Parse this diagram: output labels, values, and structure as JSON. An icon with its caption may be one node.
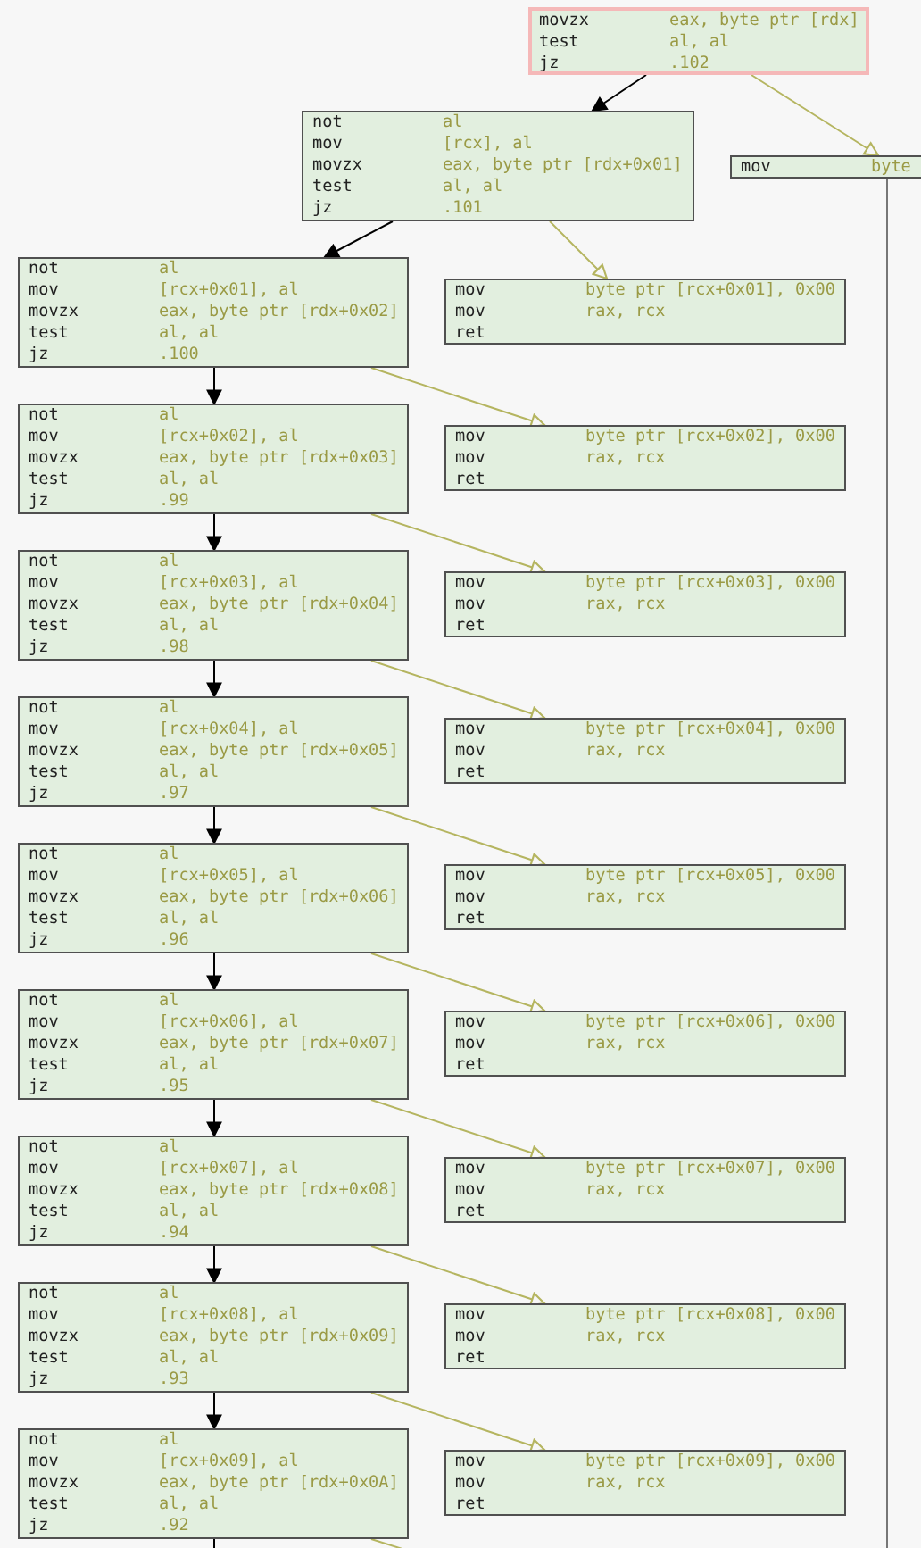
{
  "diagram": {
    "nodes": [
      {
        "text": [
          "movzx",
          "eax, byte ptr [rdx]",
          "test",
          "al, al",
          "jz",
          ".102"
        ]
      },
      {
        "text": [
          "not",
          "al",
          "mov",
          "[rcx], al",
          "movzx",
          "eax, byte ptr [rdx+0x01]",
          "test",
          "al, al",
          "jz",
          ".101"
        ]
      },
      {
        "text": [
          "mov",
          "byte"
        ]
      },
      {
        "text": [
          "not",
          "al",
          "mov",
          "[rcx+0x01], al",
          "movzx",
          "eax, byte ptr [rdx+0x02]",
          "test",
          "al, al",
          "jz",
          ".100"
        ]
      },
      {
        "text": [
          "mov",
          "byte ptr [rcx+0x01], 0x00",
          "mov",
          "rax, rcx",
          "ret"
        ]
      },
      {
        "text": [
          "not",
          "al",
          "mov",
          "[rcx+0x02], al",
          "movzx",
          "eax, byte ptr [rdx+0x03]",
          "test",
          "al, al",
          "jz",
          ".99"
        ]
      },
      {
        "text": [
          "mov",
          "byte ptr [rcx+0x02], 0x00",
          "mov",
          "rax, rcx",
          "ret"
        ]
      },
      {
        "text": [
          "not",
          "al",
          "mov",
          "[rcx+0x03], al",
          "movzx",
          "eax, byte ptr [rdx+0x04]",
          "test",
          "al, al",
          "jz",
          ".98"
        ]
      },
      {
        "text": [
          "mov",
          "byte ptr [rcx+0x03], 0x00",
          "mov",
          "rax, rcx",
          "ret"
        ]
      },
      {
        "text": [
          "not",
          "al",
          "mov",
          "[rcx+0x04], al",
          "movzx",
          "eax, byte ptr [rdx+0x05]",
          "test",
          "al, al",
          "jz",
          ".97"
        ]
      },
      {
        "text": [
          "mov",
          "byte ptr [rcx+0x04], 0x00",
          "mov",
          "rax, rcx",
          "ret"
        ]
      },
      {
        "text": [
          "not",
          "al",
          "mov",
          "[rcx+0x05], al",
          "movzx",
          "eax, byte ptr [rdx+0x06]",
          "test",
          "al, al",
          "jz",
          ".96"
        ]
      },
      {
        "text": [
          "mov",
          "byte ptr [rcx+0x05], 0x00",
          "mov",
          "rax, rcx",
          "ret"
        ]
      },
      {
        "text": [
          "not",
          "al",
          "mov",
          "[rcx+0x06], al",
          "movzx",
          "eax, byte ptr [rdx+0x07]",
          "test",
          "al, al",
          "jz",
          ".95"
        ]
      },
      {
        "text": [
          "mov",
          "byte ptr [rcx+0x06], 0x00",
          "mov",
          "rax, rcx",
          "ret"
        ]
      },
      {
        "text": [
          "not",
          "al",
          "mov",
          "[rcx+0x07], al",
          "movzx",
          "eax, byte ptr [rdx+0x08]",
          "test",
          "al, al",
          "jz",
          ".94"
        ]
      },
      {
        "text": [
          "mov",
          "byte ptr [rcx+0x07], 0x00",
          "mov",
          "rax, rcx",
          "ret"
        ]
      },
      {
        "text": [
          "not",
          "al",
          "mov",
          "[rcx+0x08], al",
          "movzx",
          "eax, byte ptr [rdx+0x09]",
          "test",
          "al, al",
          "jz",
          ".93"
        ]
      },
      {
        "text": [
          "mov",
          "byte ptr [rcx+0x08], 0x00",
          "mov",
          "rax, rcx",
          "ret"
        ]
      },
      {
        "text": [
          "not",
          "al",
          "mov",
          "[rcx+0x09], al",
          "movzx",
          "eax, byte ptr [rdx+0x0A]",
          "test",
          "al, al",
          "jz",
          ".92"
        ]
      },
      {
        "text": [
          "mov",
          "byte ptr [rcx+0x09], 0x00",
          "mov",
          "rax, rcx",
          "ret"
        ]
      }
    ],
    "edges": [
      {
        "from": 0,
        "to": 1,
        "arrow": "to"
      },
      {
        "from": 0,
        "to": 2,
        "arrow": "to",
        "color": "#b5b560"
      },
      {
        "from": 1,
        "to": 3,
        "arrow": "to"
      },
      {
        "from": 1,
        "to": 4,
        "arrow": "to",
        "color": "#b5b560"
      },
      {
        "from": 3,
        "to": 5,
        "arrow": "to"
      },
      {
        "from": 3,
        "to": 6,
        "arrow": "to",
        "color": "#b5b560"
      },
      {
        "from": 5,
        "to": 7,
        "arrow": "to"
      },
      {
        "from": 5,
        "to": 8,
        "arrow": "to",
        "color": "#b5b560"
      },
      {
        "from": 7,
        "to": 9,
        "arrow": "to"
      },
      {
        "from": 7,
        "to": 10,
        "arrow": "to",
        "color": "#b5b560"
      },
      {
        "from": 9,
        "to": 11,
        "arrow": "to"
      },
      {
        "from": 9,
        "to": 12,
        "arrow": "to",
        "color": "#b5b560"
      },
      {
        "from": 11,
        "to": 13,
        "arrow": "to"
      },
      {
        "from": 11,
        "to": 14,
        "arrow": "to",
        "color": "#b5b560"
      },
      {
        "from": 13,
        "to": 15,
        "arrow": "to"
      },
      {
        "from": 13,
        "to": 16,
        "arrow": "to",
        "color": "#b5b560"
      },
      {
        "from": 15,
        "to": 17,
        "arrow": "to"
      },
      {
        "from": 15,
        "to": 18,
        "arrow": "to",
        "color": "#b5b560"
      },
      {
        "from": 17,
        "to": 19,
        "arrow": "to"
      },
      {
        "from": 17,
        "to": 20,
        "arrow": "to",
        "color": "#b5b560"
      },
      {
        "from": 19,
        "to": null,
        "arrow": "none"
      },
      {
        "from": 19,
        "to": null,
        "arrow": "none",
        "color": "#b5b560"
      },
      {
        "from": 2,
        "to": null,
        "arrow": "none",
        "color": "#777777"
      }
    ]
  }
}
